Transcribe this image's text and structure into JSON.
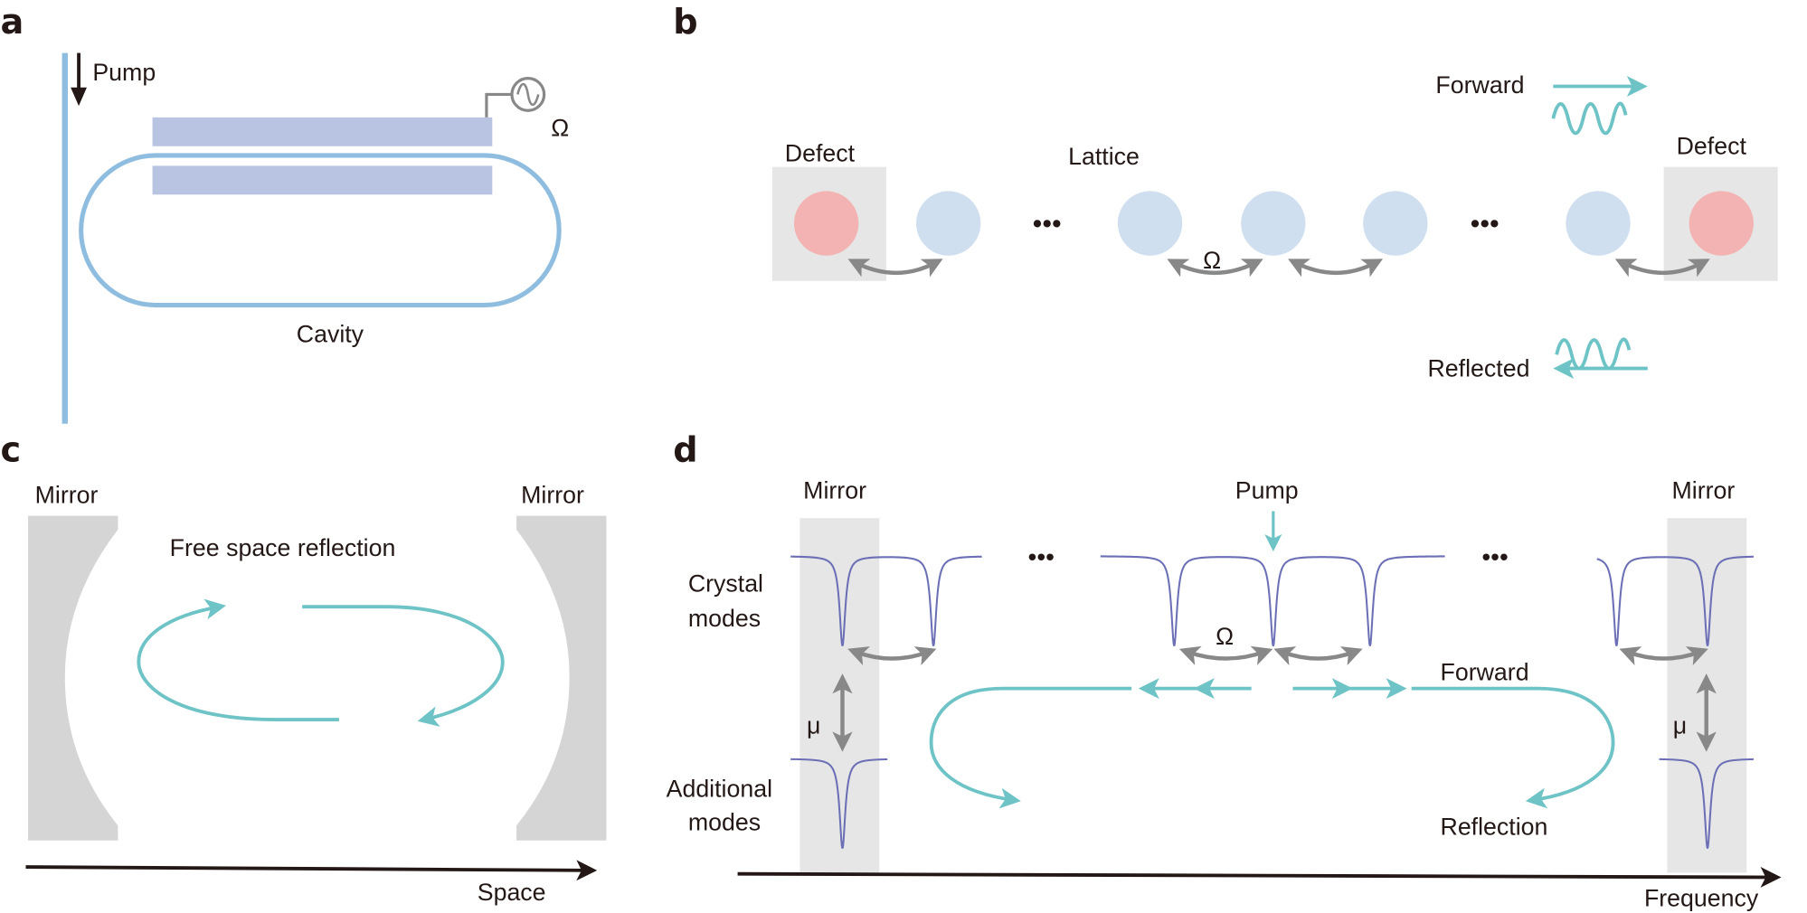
{
  "figure": {
    "panels": {
      "a": {
        "label": "a",
        "pump_label": "Pump",
        "cavity_label": "Cavity",
        "modulation_symbol": "Ω",
        "icons": [
          "down-arrow",
          "ac-source"
        ]
      },
      "b": {
        "label": "b",
        "defect_left_label": "Defect",
        "defect_right_label": "Defect",
        "lattice_label": "Lattice",
        "coupling_symbol": "Ω",
        "ellipsis": "•••",
        "forward_label": "Forward",
        "reflected_label": "Reflected"
      },
      "c": {
        "label": "c",
        "mirror_left_label": "Mirror",
        "mirror_right_label": "Mirror",
        "title": "Free space reflection",
        "axis_label": "Space"
      },
      "d": {
        "label": "d",
        "mirror_left_label": "Mirror",
        "mirror_right_label": "Mirror",
        "pump_label": "Pump",
        "crystal_modes_label_1": "Crystal",
        "crystal_modes_label_2": "modes",
        "additional_modes_label_1": "Additional",
        "additional_modes_label_2": "modes",
        "coupling_symbol": "Ω",
        "mu_symbol": "μ",
        "ellipsis": "•••",
        "forward_label": "Forward",
        "reflection_label": "Reflection",
        "axis_label": "Frequency"
      }
    },
    "colors": {
      "waveguide_blue": "#8fbde0",
      "electrode": "#b9c3e2",
      "teal": "#6dc3c6",
      "defect_red": "#f3b3b2",
      "lattice_blue": "#cfdfef",
      "mirror_gray": "#d5d5d5",
      "highlight_gray": "#e6e6e6",
      "mode_purple": "#6b6fb5",
      "coupling_gray": "#888888"
    }
  }
}
